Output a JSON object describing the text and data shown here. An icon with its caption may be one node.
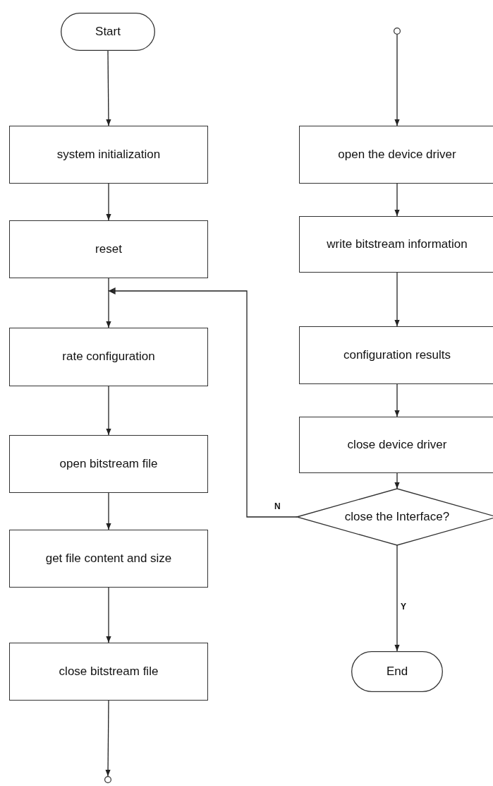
{
  "diagram": {
    "nodes": [
      {
        "text": [
          "Start"
        ]
      },
      {
        "text": [
          "system  initialization"
        ]
      },
      {
        "text": [
          "reset"
        ]
      },
      {
        "text": [
          "rate configuration"
        ]
      },
      {
        "text": [
          "open bitstream file"
        ]
      },
      {
        "text": [
          "get file content and size"
        ]
      },
      {
        "text": [
          "close bitstream file"
        ]
      },
      {
        "text": [],
        "shape": "circle"
      },
      {
        "text": [],
        "shape": "circle"
      },
      {
        "text": [
          "open the device driver"
        ]
      },
      {
        "text": [
          "write bitstream information"
        ]
      },
      {
        "text": [
          "configuration results"
        ]
      },
      {
        "text": [
          "close device driver"
        ]
      },
      {
        "text": [
          "close the Interface?"
        ]
      },
      {
        "text": [
          "End"
        ]
      }
    ],
    "edges": [
      {
        "from": 0,
        "to": 1,
        "arrow": "to"
      },
      {
        "from": 1,
        "to": 2,
        "arrow": "to"
      },
      {
        "from": 2,
        "to": 3,
        "arrow": "to"
      },
      {
        "from": 3,
        "to": 4,
        "arrow": "to"
      },
      {
        "from": 4,
        "to": 5,
        "arrow": "to"
      },
      {
        "from": 5,
        "to": 6,
        "arrow": "to"
      },
      {
        "from": 6,
        "to": 7,
        "arrow": "to"
      },
      {
        "from": 8,
        "to": 9,
        "arrow": "to"
      },
      {
        "from": 9,
        "to": 10,
        "arrow": "to"
      },
      {
        "from": 10,
        "to": 11,
        "arrow": "to"
      },
      {
        "from": 11,
        "to": 12,
        "arrow": "to"
      },
      {
        "from": 12,
        "to": 13,
        "arrow": "to"
      },
      {
        "from": 13,
        "to": 3,
        "arrow": "to",
        "label": "N"
      },
      {
        "from": 13,
        "to": 14,
        "arrow": "to",
        "label": "Y"
      }
    ]
  }
}
